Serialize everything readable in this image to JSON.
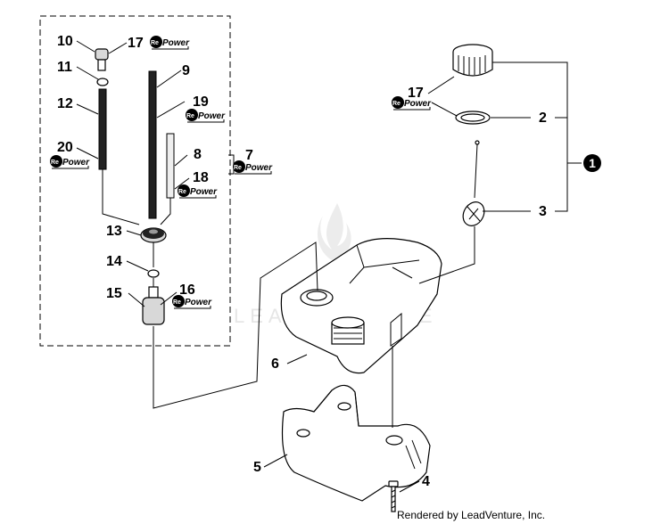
{
  "diagram": {
    "callouts": {
      "c1": "1",
      "c2": "2",
      "c3": "3",
      "c4": "4",
      "c5": "5",
      "c6": "6",
      "c7": "7",
      "c8": "8",
      "c9": "9",
      "c10": "10",
      "c11": "11",
      "c12": "12",
      "c13": "13",
      "c14": "14",
      "c15": "15",
      "c16": "16",
      "c17a": "17",
      "c17b": "17",
      "c18": "18",
      "c19": "19",
      "c20": "20"
    },
    "repower_badge": {
      "prefix": "Re",
      "label": "Power"
    },
    "watermark": "LEADVENTURE",
    "credit": "Rendered by LeadVenture, Inc."
  }
}
